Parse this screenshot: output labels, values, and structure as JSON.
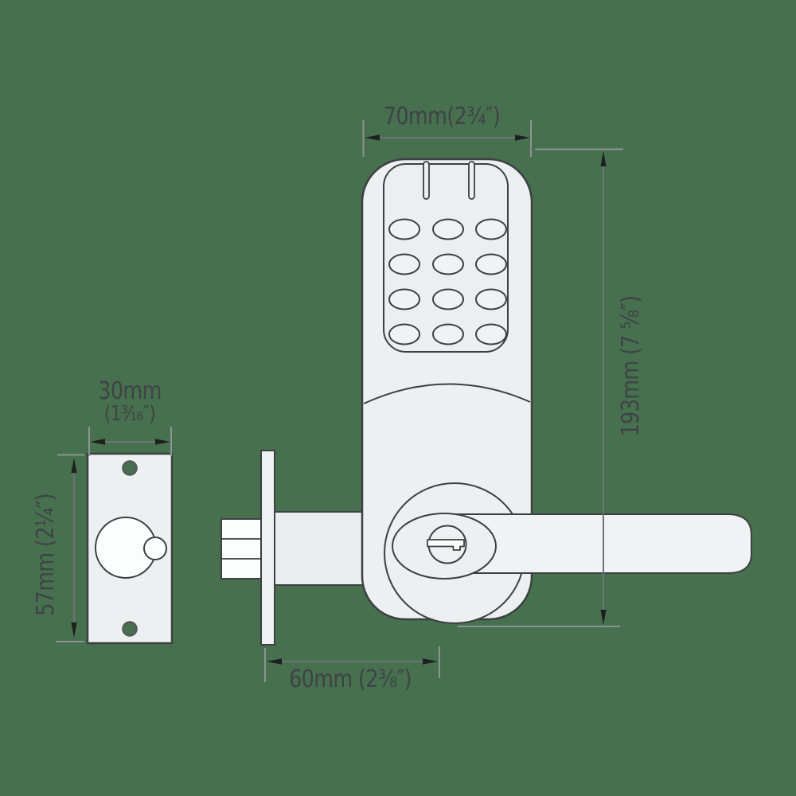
{
  "colors": {
    "background": "#47704E",
    "outline": "#3C4043",
    "part_fill": "#EDF0F0",
    "hole_fill": "#FCFDFD",
    "dimension_line": "#6E7377",
    "extension_line": "#8E9396",
    "arrowhead": "#1D1F21",
    "text": "#3F4347"
  },
  "figure": {
    "type": "technical-dimension-diagram",
    "subject": "digital keypad lever door lock with strike plate and latch",
    "parts": [
      "strike plate",
      "latch bolt",
      "mounting plate",
      "latch body",
      "keypad housing",
      "keypad buttons",
      "lever handle",
      "key cylinder",
      "keyway"
    ],
    "keypad": {
      "rows": 4,
      "columns": 3,
      "button_count": 12
    }
  },
  "dims": {
    "top": {
      "value_mm": 70,
      "label": "70mm(2¾″)"
    },
    "right": {
      "value_mm": 193,
      "label": "193mm (7 ⅝″)"
    },
    "strike_w": {
      "value_mm": 30,
      "line1": "30mm",
      "line2": "(1³⁄₁₆″)"
    },
    "strike_h": {
      "value_mm": 57,
      "label": "57mm (2¼″)"
    },
    "backset": {
      "value_mm": 60,
      "label": "60mm (2⅜″)"
    }
  }
}
